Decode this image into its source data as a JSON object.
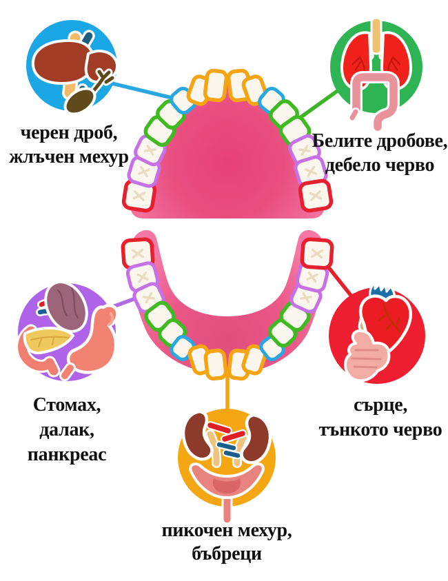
{
  "labels": {
    "liver": "черен дроб,\nжлъчен мехур",
    "lungs": "Белите дробове,\nдебело черво",
    "stomach": "Стомах,\nдалак,\nпанкреас",
    "heart": "сърце,\nтънкото черво",
    "bladder": "пикочен мехур,\nбъбреци"
  },
  "colors": {
    "background": "#FFFFFF",
    "text": "#111111",
    "circle_blue": "#1BA6E5",
    "circle_green": "#2EB452",
    "circle_purple": "#AE63E8",
    "circle_red": "#EE1F30",
    "circle_orange": "#F5A713",
    "line_blue": "#28A7E0",
    "line_green": "#3CB425",
    "line_purple": "#B06CE8",
    "line_red": "#E6212E",
    "line_orange": "#F5A413",
    "tooth_outline_orange": "#F5A413",
    "tooth_outline_blue": "#28A7E0",
    "tooth_outline_green": "#3FBA22",
    "tooth_outline_purple": "#C672E6",
    "tooth_outline_red": "#E6202E",
    "gum_pink": "#EE5C8C"
  },
  "connections": [
    {
      "label": "черен дроб, жлъчен мехур",
      "line_color": "blue",
      "target": "upper-left-canine"
    },
    {
      "label": "Белите дробове, дебело черво",
      "line_color": "green",
      "target": "upper-right-premolar"
    },
    {
      "label": "Стомах, далак, панкреас",
      "line_color": "purple",
      "target": "lower-left-molar"
    },
    {
      "label": "сърце, тънкото черво",
      "line_color": "red",
      "target": "lower-right-back-molar"
    },
    {
      "label": "пикочен мехур, бъбреци",
      "line_color": "orange",
      "target": "lower-incisors"
    }
  ]
}
